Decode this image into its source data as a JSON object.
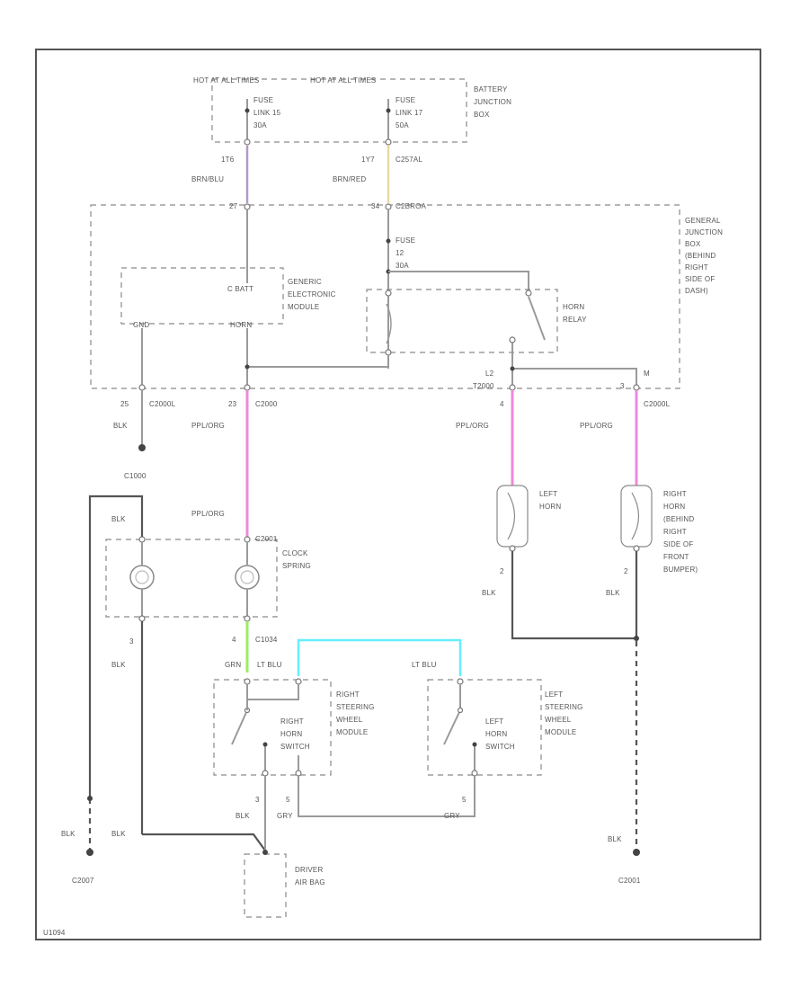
{
  "colors": {
    "border": "#555555",
    "wire": "#9a9a9a",
    "wire_pink": "#ee88dd",
    "wire_tan": "#e8d9a0",
    "wire_purple": "#b39ac8",
    "wire_green": "#99ee66",
    "wire_cyan": "#66eeff"
  },
  "battery_box": {
    "hot_left": "HOT AT ALL TIMES",
    "hot_right": "HOT AT ALL TIMES",
    "fuse_left": [
      "FUSE",
      "LINK 15",
      "30A"
    ],
    "fuse_right": [
      "FUSE",
      "LINK 17",
      "50A"
    ],
    "label": [
      "BATTERY",
      "JUNCTION",
      "BOX"
    ]
  },
  "wires_top": {
    "left_num": "1T6",
    "left_color": "BRN/BLU",
    "right_num": "1Y7",
    "right_conn": "C257AL",
    "right_color": "BRN/RED"
  },
  "gjb": {
    "pin_left": "27",
    "pin_right": "34",
    "conn": "C2BROA",
    "fuse": [
      "FUSE",
      "12",
      "30A"
    ],
    "label": [
      "GENERAL",
      "JUNCTION",
      "BOX",
      "(BEHIND",
      "RIGHT",
      "SIDE OF",
      "DASH)"
    ]
  },
  "gem": {
    "batt": "C BATT",
    "gnd": "GND",
    "horn": "HORN",
    "label": [
      "GENERIC",
      "ELECTRONIC",
      "MODULE"
    ]
  },
  "relay": {
    "label": [
      "HORN",
      "RELAY"
    ]
  },
  "gjb_out": {
    "pin_25": "25",
    "conn_25": "C2000L",
    "pin_23": "23",
    "conn_23": "C2000",
    "pin_l2": "L2",
    "conn_l2": "T2000",
    "pin_m": "M",
    "pin_3": "3",
    "conn_3": "C2000L",
    "pin_4": "4"
  },
  "ground_labels": {
    "blk_g200": "BLK",
    "g200": "C1000",
    "blk_g201": "BLK",
    "g201": "C2007",
    "blk_g202": "BLK",
    "g202": "C2001"
  },
  "wire_colors": {
    "ppl_org_left": "PPL/ORG",
    "ppl_org_mid": "PPL/ORG",
    "ppl_org_right": "PPL/ORG",
    "ppl_org_clock": "PPL/ORG",
    "blk_left_top": "BLK",
    "blk_left_bottom": "BLK",
    "blk_horn_left": "BLK",
    "blk_horn_right": "BLK",
    "blk_c2034": "BLK",
    "grn": "GRN",
    "lt_blu_right": "LT BLU",
    "lt_blu_left": "LT BLU",
    "blk_switch": "BLK",
    "gry_switch": "GRY",
    "gry_bottom": "GRY"
  },
  "pins": {
    "horn_left": "2",
    "horn_right": "2",
    "clock_left": "3",
    "c2034_pin": "4",
    "sw_3": "3",
    "sw_5": "5",
    "sw_5b": "5"
  },
  "clock": {
    "conn": "C2001",
    "label": [
      "CLOCK",
      "SPRING"
    ],
    "conn2": "C1034"
  },
  "horns": {
    "left": [
      "LEFT",
      "HORN"
    ],
    "right": [
      "RIGHT",
      "HORN",
      "(BEHIND",
      "RIGHT",
      "SIDE OF",
      "FRONT",
      "BUMPER)"
    ]
  },
  "right_switch": {
    "module": [
      "RIGHT",
      "STEERING",
      "WHEEL",
      "MODULE"
    ],
    "switch": [
      "RIGHT",
      "HORN",
      "SWITCH"
    ]
  },
  "left_switch": {
    "module": [
      "LEFT",
      "STEERING",
      "WHEEL",
      "MODULE"
    ],
    "switch": [
      "LEFT",
      "HORN",
      "SWITCH"
    ]
  },
  "airbag": {
    "label": [
      "DRIVER",
      "AIR BAG"
    ]
  },
  "footer": {
    "code": "U1094"
  }
}
